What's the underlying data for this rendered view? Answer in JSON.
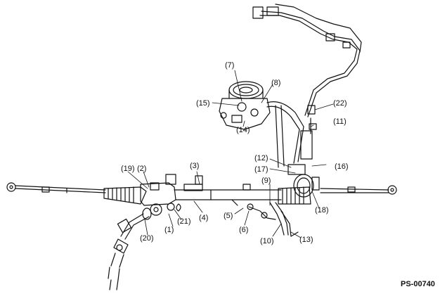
{
  "figure_id": "PS-00740",
  "callouts": {
    "c1": "(1)",
    "c2": "(2)",
    "c3": "(3)",
    "c4": "(4)",
    "c5": "(5)",
    "c6": "(6)",
    "c7": "(7)",
    "c8": "(8)",
    "c9": "(9)",
    "c10": "(10)",
    "c11": "(11)",
    "c12": "(12)",
    "c13": "(13)",
    "c14": "(14)",
    "c15": "(15)",
    "c16": "(16)",
    "c17": "(17)",
    "c18": "(18)",
    "c19": "(19)",
    "c20": "(20)",
    "c21": "(21)",
    "c22": "(22)"
  }
}
